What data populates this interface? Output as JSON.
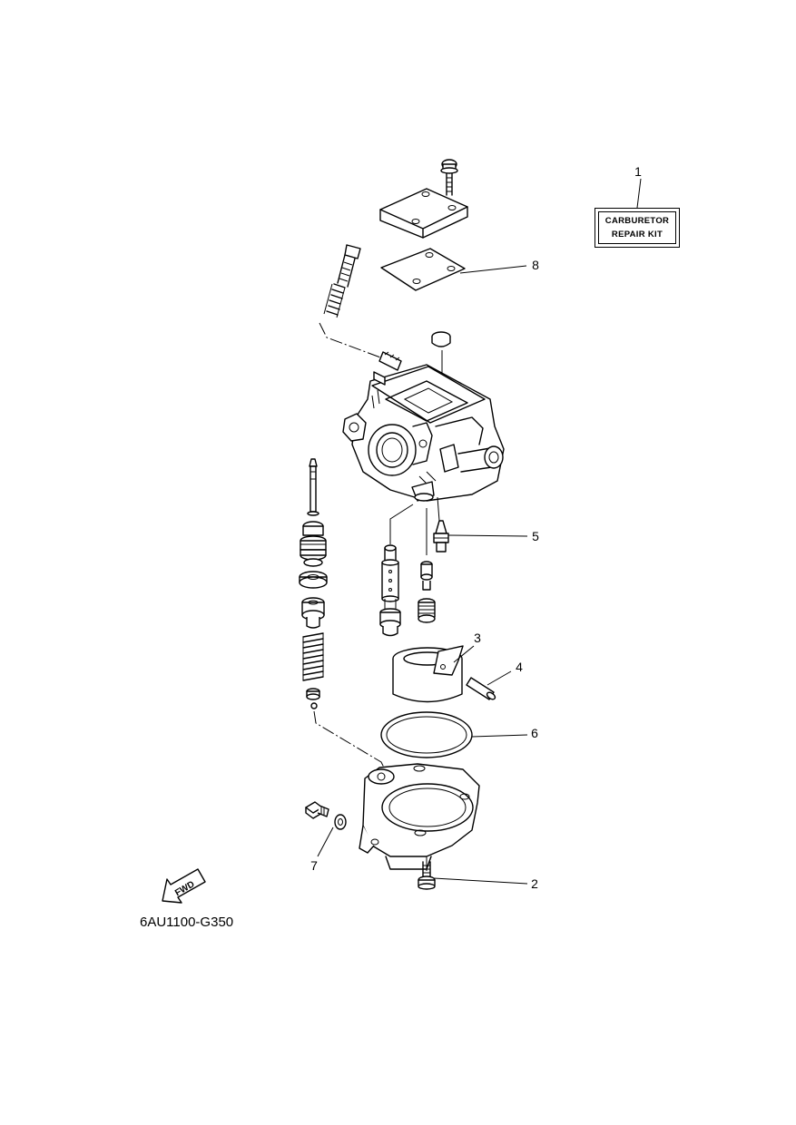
{
  "kit": {
    "line1": "CARBURETOR",
    "line2": "REPAIR KIT"
  },
  "callouts": [
    {
      "id": "1",
      "label": "1"
    },
    {
      "id": "2",
      "label": "2"
    },
    {
      "id": "3",
      "label": "3"
    },
    {
      "id": "4",
      "label": "4"
    },
    {
      "id": "5",
      "label": "5"
    },
    {
      "id": "6",
      "label": "6"
    },
    {
      "id": "7",
      "label": "7"
    },
    {
      "id": "8",
      "label": "8"
    }
  ],
  "fwd_label": "FWD",
  "diagram_code": "6AU1100-G350"
}
